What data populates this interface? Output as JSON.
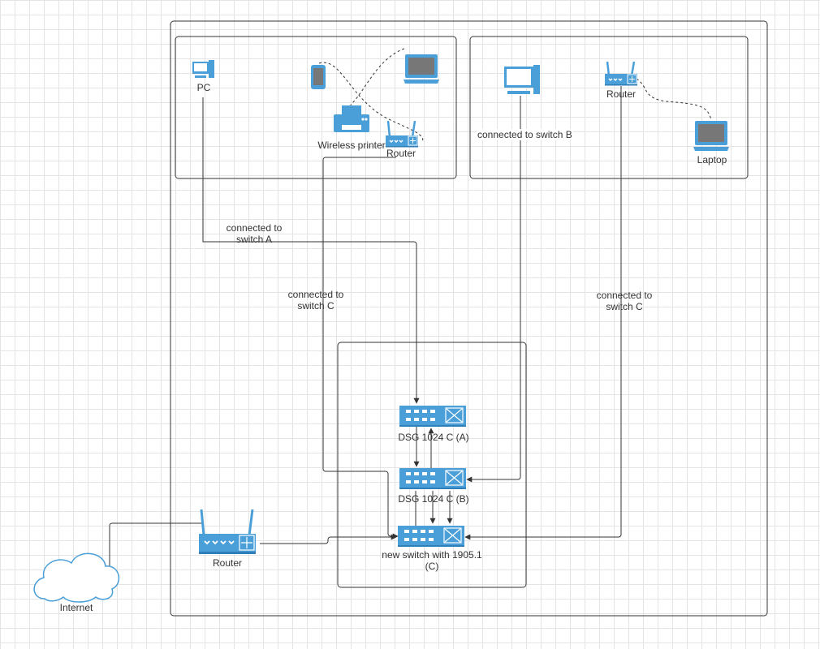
{
  "colors": {
    "device": "#4a9fd8",
    "device_dark": "#2f7fb8",
    "line": "#333333",
    "frame": "#333333"
  },
  "labels": {
    "pc": "PC",
    "wireless_printer": "Wireless printer",
    "router_a": "Router",
    "router_b": "Router",
    "laptop_b": "Laptop",
    "connected_switch_a": [
      "connected to",
      "switch A"
    ],
    "connected_switch_b": "connected to switch B",
    "connected_switch_c_left": [
      "connected to",
      "switch C"
    ],
    "connected_switch_c_right": [
      "connected to",
      "switch C"
    ],
    "switch_a": "DSG 1024 C (A)",
    "switch_b": "DSG 1024 C (B)",
    "switch_c": [
      "new switch with 1905.1",
      "(C)"
    ],
    "main_router": "Router",
    "internet": "Internet"
  },
  "icons": {
    "pc": "desktop-pc-icon",
    "phone": "smartphone-icon",
    "laptop": "laptop-icon",
    "printer": "printer-icon",
    "router": "wireless-router-icon",
    "switch": "network-switch-icon",
    "cloud": "internet-cloud-icon"
  }
}
